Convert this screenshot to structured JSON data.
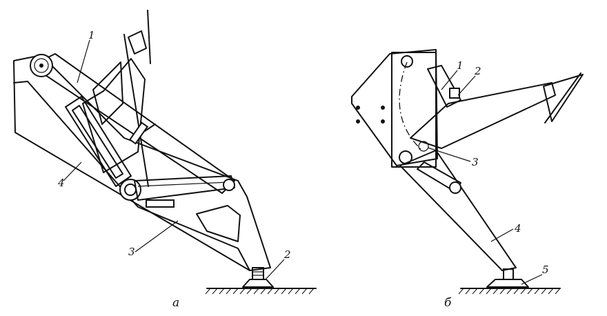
{
  "figure_a": {
    "caption": "а",
    "labels": {
      "l1": "1",
      "l2": "2",
      "l3": "3",
      "l4": "4"
    }
  },
  "figure_b": {
    "caption": "б",
    "labels": {
      "l1": "1",
      "l2": "2",
      "l3": "3",
      "l4": "4",
      "l5": "5"
    }
  },
  "colors": {
    "ink": "#111111",
    "paper": "#ffffff"
  }
}
